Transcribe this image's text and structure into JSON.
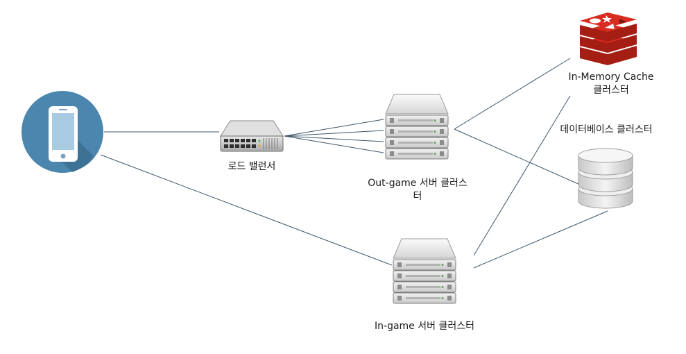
{
  "nodes": {
    "client": {
      "icon": "smartphone-icon",
      "color": "#4a86ad"
    },
    "load_balancer": {
      "label": "로드 밸런서",
      "icon": "network-switch-icon"
    },
    "out_game_servers": {
      "label_line1": "Out-game 서버 클러스",
      "label_line2": "터",
      "icon": "server-rack-icon"
    },
    "in_game_servers": {
      "label": "In-game 서버 클러스터",
      "icon": "server-rack-icon"
    },
    "cache": {
      "label_line1": "In-Memory Cache",
      "label_line2": "클러스터",
      "icon": "redis-icon",
      "color": "#d82c20"
    },
    "database": {
      "label": "데이터베이스 클러스터",
      "icon": "database-icon"
    }
  },
  "edge_color": "#3e5468"
}
